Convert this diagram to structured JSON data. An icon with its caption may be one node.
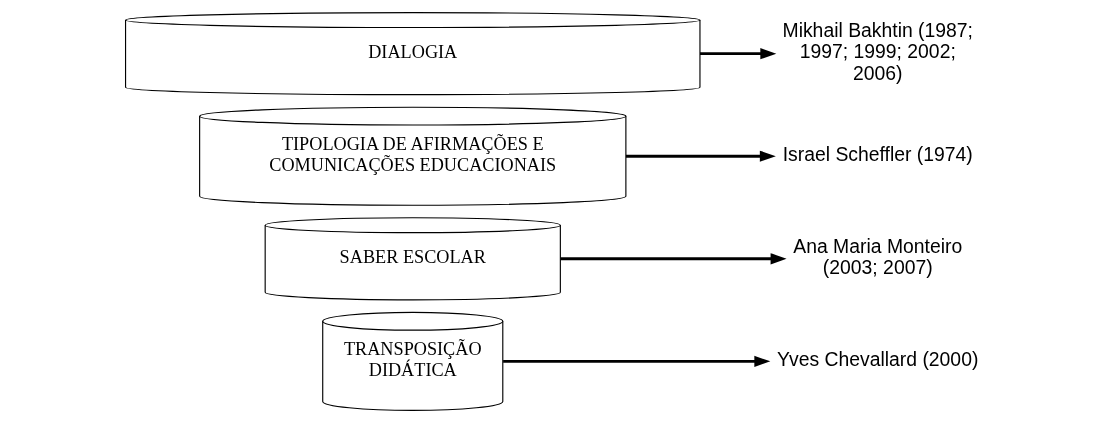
{
  "diagram": {
    "nodes": [
      {
        "text": [
          "TRANSPOSIÇÃO DIDÁTICA"
        ]
      },
      {
        "text": [
          "SABER ESCOLAR"
        ]
      },
      {
        "text": [
          "TIPOLOGIA DE AFIRMAÇÕES E COMUNICAÇÕES EDUCACIONAIS"
        ]
      },
      {
        "text": [
          "DIALOGIA"
        ]
      },
      {
        "text": [
          "Yves Chevallard (2000)"
        ]
      },
      {
        "text": [
          "Ana Maria Monteiro (2003; 2007)"
        ]
      },
      {
        "text": [
          "Israel Scheffler (1974)"
        ]
      },
      {
        "text": [
          "Mikhail Bakhtin (1987; 1997; 1999; 2002; 2006)"
        ]
      }
    ],
    "edges": [
      {
        "from": 0,
        "to": 4,
        "arrow": "to"
      },
      {
        "from": 1,
        "to": 5,
        "arrow": "to"
      },
      {
        "from": 2,
        "to": 6,
        "arrow": "to"
      },
      {
        "from": 3,
        "to": 7,
        "arrow": "to"
      }
    ]
  }
}
